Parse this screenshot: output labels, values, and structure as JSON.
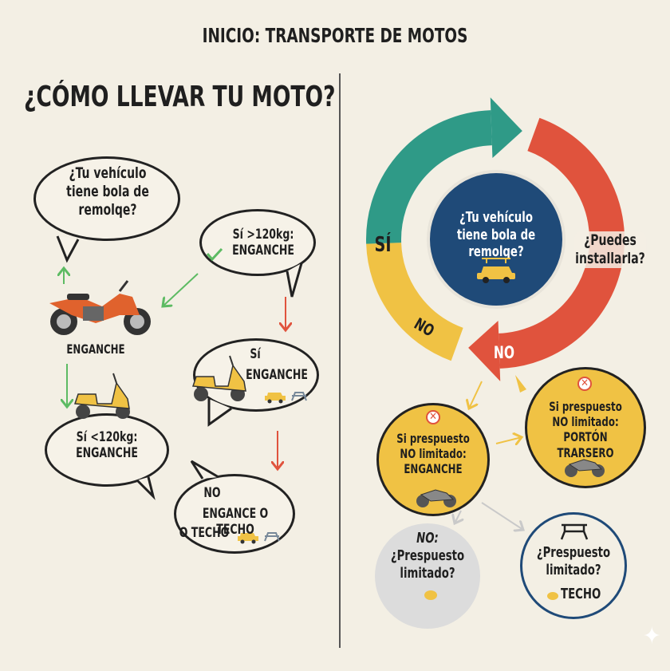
{
  "title": "INICIO: TRANSPORTE DE MOTOS",
  "heading": "¿CÓMO LLEVAR TU MOTO?",
  "left_flow": {
    "bubble_question": "¿Tu vehículo tiene bola de remolqe?",
    "bubble_heavy": "Sí >120kg: ENGANCHE",
    "motorcycle_label": "ENGANCHE",
    "bubble_yes_title": "Sí",
    "bubble_yes_text": "ENGANCHE",
    "bubble_light": "Sí <120kg: ENGANCHE",
    "bubble_no_title": "NO",
    "bubble_no_line1": "ENGANCE O TECHO",
    "bubble_no_line2": "O TECHO"
  },
  "cycle": {
    "center_question": "¿Tu vehículo tiene bola de remolqe?",
    "yes_label": "SÍ",
    "can_install_label": "¿Puedes installarla?",
    "no_label_yellow": "NO",
    "no_label_red": "NO"
  },
  "nodes": {
    "enganche": "Si prespuesto NO limitado: ENGANCHE",
    "porton": "Si prespuesto NO limitado: PORTÓN TRARSERO",
    "no_limited_title": "NO:",
    "no_limited_q": "¿Prespuesto limitado?",
    "techo_q": "¿Prespuesto limitado?",
    "techo_label": "TECHO"
  },
  "colors": {
    "teal": "#2f9a87",
    "red": "#e0533d",
    "yellow": "#f0c244",
    "navy": "#1f4a78",
    "green": "#5dbb63",
    "gray": "#d9d9d9"
  }
}
